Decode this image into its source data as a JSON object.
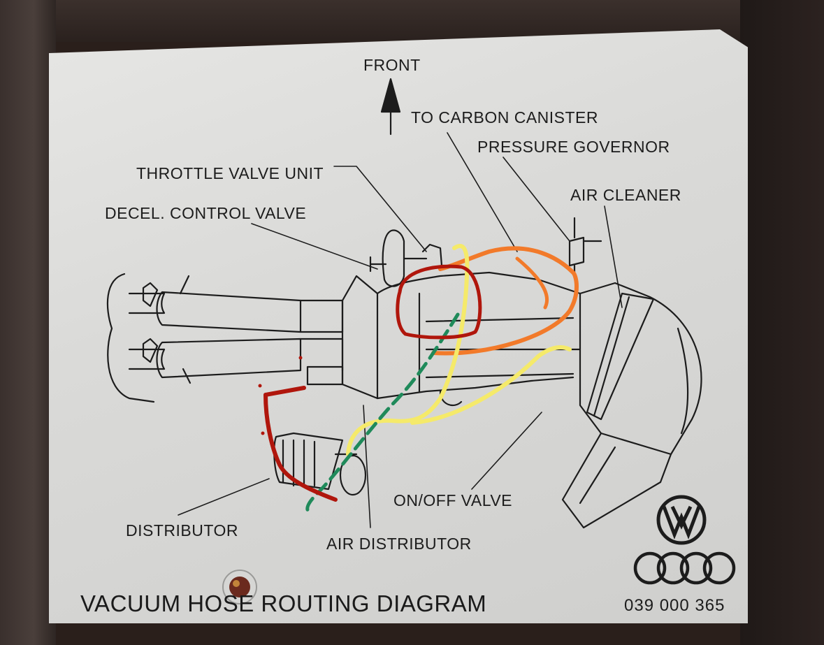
{
  "labels": {
    "front": "FRONT",
    "carbon_canister": "TO CARBON CANISTER",
    "pressure_governor": "PRESSURE GOVERNOR",
    "throttle_valve_unit": "THROTTLE VALVE UNIT",
    "decel_control_valve": "DECEL. CONTROL VALVE",
    "air_cleaner": "AIR CLEANER",
    "on_off_valve": "ON/OFF VALVE",
    "distributor": "DISTRIBUTOR",
    "air_distributor": "AIR DISTRIBUTOR"
  },
  "title": "VACUUM HOSE ROUTING DIAGRAM",
  "part_number": "039 000 365",
  "logos": [
    "VW",
    "Audi"
  ],
  "annotation_colors": {
    "red": "#b0160c",
    "orange": "#f27a2a",
    "yellow": "#f5ea6a",
    "green": "#1f8a5a"
  }
}
